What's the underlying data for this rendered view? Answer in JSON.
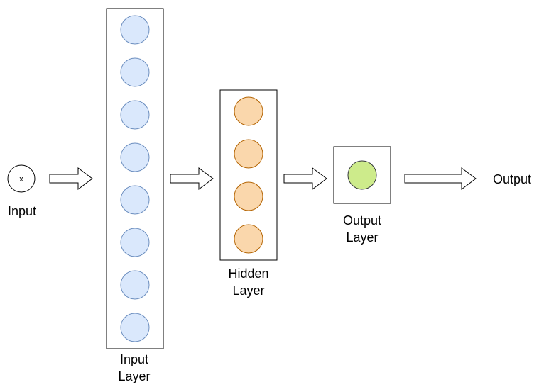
{
  "input": {
    "symbol": "x",
    "label": "Input"
  },
  "input_layer": {
    "label_line1": "Input",
    "label_line2": "Layer",
    "neuron_count": 8,
    "fill": "#dae8fc",
    "stroke": "#6c8ebf"
  },
  "hidden_layer": {
    "label_line1": "Hidden",
    "label_line2": "Layer",
    "neuron_count": 4,
    "fill": "#fad7ac",
    "stroke": "#b46504"
  },
  "output_layer": {
    "label_line1": "Output",
    "label_line2": "Layer",
    "neuron_count": 1,
    "fill": "#cdeb8b",
    "stroke": "#36393d"
  },
  "output": {
    "label": "Output"
  },
  "colors": {
    "line": "#000000",
    "background": "#ffffff"
  }
}
